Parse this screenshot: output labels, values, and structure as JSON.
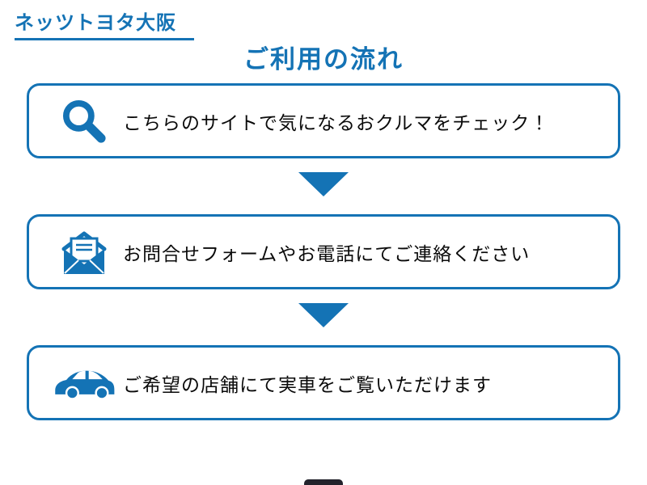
{
  "header": {
    "logo_text": "ネッツトヨタ大阪",
    "title": "ご利用の流れ"
  },
  "steps": [
    {
      "icon": "search-icon",
      "label": "こちらのサイトで気になるおクルマをチェック！"
    },
    {
      "icon": "open-envelope-icon",
      "label": "お問合せフォームやお電話にてご連絡ください"
    },
    {
      "icon": "car-icon",
      "label": "ご希望の店舗にて実車をご覧いただけます"
    }
  ],
  "colors": {
    "brand_blue": "#1473b5",
    "text": "#0a0a0a",
    "background": "#ffffff"
  }
}
